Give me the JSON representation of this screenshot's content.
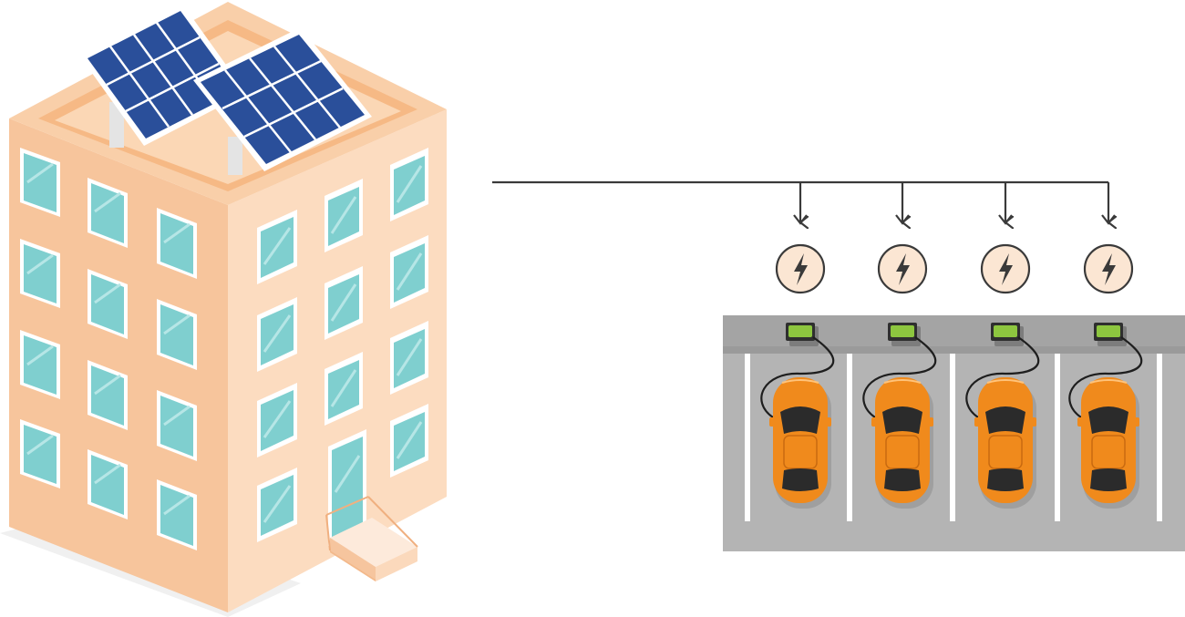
{
  "colors": {
    "background": "#ffffff",
    "wall_left": "#f7c59c",
    "wall_right": "#fcdcc0",
    "roof": "#f9cfa9",
    "roof_inner": "#f6b985",
    "window_glass": "#7fcfcf",
    "window_frame": "#ffffff",
    "solar_panel": "#2a4f9a",
    "solar_frame": "#ffffff",
    "wire": "#3a3a3a",
    "bolt_circle": "#fbe6d3",
    "parking_lot": "#b4b4b4",
    "parking_curb": "#9a9a9a",
    "parking_line": "#ffffff",
    "charger": "#8dc63f",
    "car_body": "#f08a1c",
    "car_glass": "#2b2b2b"
  },
  "icons": {
    "building": "apartment-building-icon",
    "solar": "solar-panel-icon",
    "bolt": "lightning-bolt-icon",
    "charger": "ev-charger-icon",
    "car": "car-top-view-icon"
  },
  "diagram": {
    "source": "solar-powered-building",
    "distribution": "power-line",
    "stations": [
      {
        "id": "station-1"
      },
      {
        "id": "station-2"
      },
      {
        "id": "station-3"
      },
      {
        "id": "station-4"
      }
    ]
  }
}
